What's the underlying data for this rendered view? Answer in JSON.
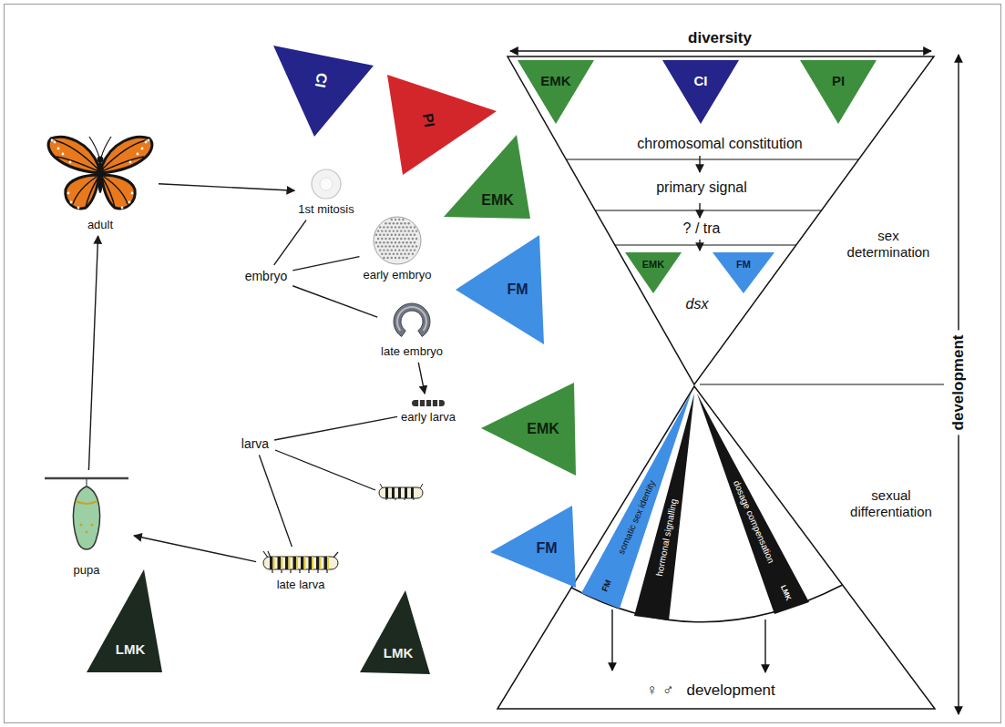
{
  "diagram": {
    "nodes": [
      {
        "text": [
          "adult"
        ]
      },
      {
        "text": [
          "CI"
        ]
      },
      {
        "text": [
          "PI"
        ]
      },
      {
        "text": [
          "1st mitosis"
        ]
      },
      {
        "text": [
          "EMK"
        ]
      },
      {
        "text": [
          "early embryo"
        ]
      },
      {
        "text": [
          "embryo"
        ]
      },
      {
        "text": [
          "FM"
        ]
      },
      {
        "text": [
          "late embryo"
        ]
      },
      {
        "text": [
          "early larva"
        ]
      },
      {
        "text": [
          "EMK"
        ]
      },
      {
        "text": [
          "larva"
        ]
      },
      {
        "text": [
          "FM"
        ]
      },
      {
        "text": [
          "late larva"
        ]
      },
      {
        "text": [
          "pupa"
        ]
      },
      {
        "text": [
          "LMK"
        ]
      },
      {
        "text": [
          "LMK"
        ]
      },
      {
        "text": [
          "chromosomal constitution"
        ]
      },
      {
        "text": [
          "EMK"
        ],
        "in": 17
      },
      {
        "text": [
          "CI"
        ],
        "in": 17
      },
      {
        "text": [
          "PI"
        ],
        "in": 17
      },
      {
        "text": [
          "primary signal"
        ]
      },
      {
        "text": [
          "? / tra"
        ]
      },
      {
        "text": [
          "dsx"
        ]
      },
      {
        "text": [
          "EMK"
        ],
        "in": 23
      },
      {
        "text": [
          "FM"
        ],
        "in": 23
      },
      {
        "text": [
          "somatic sex identity",
          "FM"
        ]
      },
      {
        "text": [
          "hormonal signalling"
        ]
      },
      {
        "text": [
          "dosage compensation",
          "LMK"
        ]
      },
      {
        "text": [
          "♀ ♂",
          "development"
        ]
      }
    ],
    "edges": [
      {
        "from": 0,
        "to": 3,
        "arrow": "to"
      },
      {
        "from": 6,
        "to": 3,
        "arrow": "none"
      },
      {
        "from": 6,
        "to": 5,
        "arrow": "none"
      },
      {
        "from": 6,
        "to": 8,
        "arrow": "none"
      },
      {
        "from": 8,
        "to": 9,
        "arrow": "to"
      },
      {
        "from": 11,
        "to": 9,
        "arrow": "none"
      },
      {
        "from": 11,
        "to": 13,
        "arrow": "none"
      },
      {
        "from": 13,
        "to": 14,
        "arrow": "to"
      },
      {
        "from": 14,
        "to": 0,
        "arrow": "to"
      },
      {
        "from": 17,
        "to": 21,
        "arrow": "to"
      },
      {
        "from": 21,
        "to": 22,
        "arrow": "to"
      },
      {
        "from": 22,
        "to": 23,
        "arrow": "to"
      }
    ],
    "labels": [
      "diversity",
      "sex determination",
      "sexual differentiation",
      "development"
    ]
  }
}
